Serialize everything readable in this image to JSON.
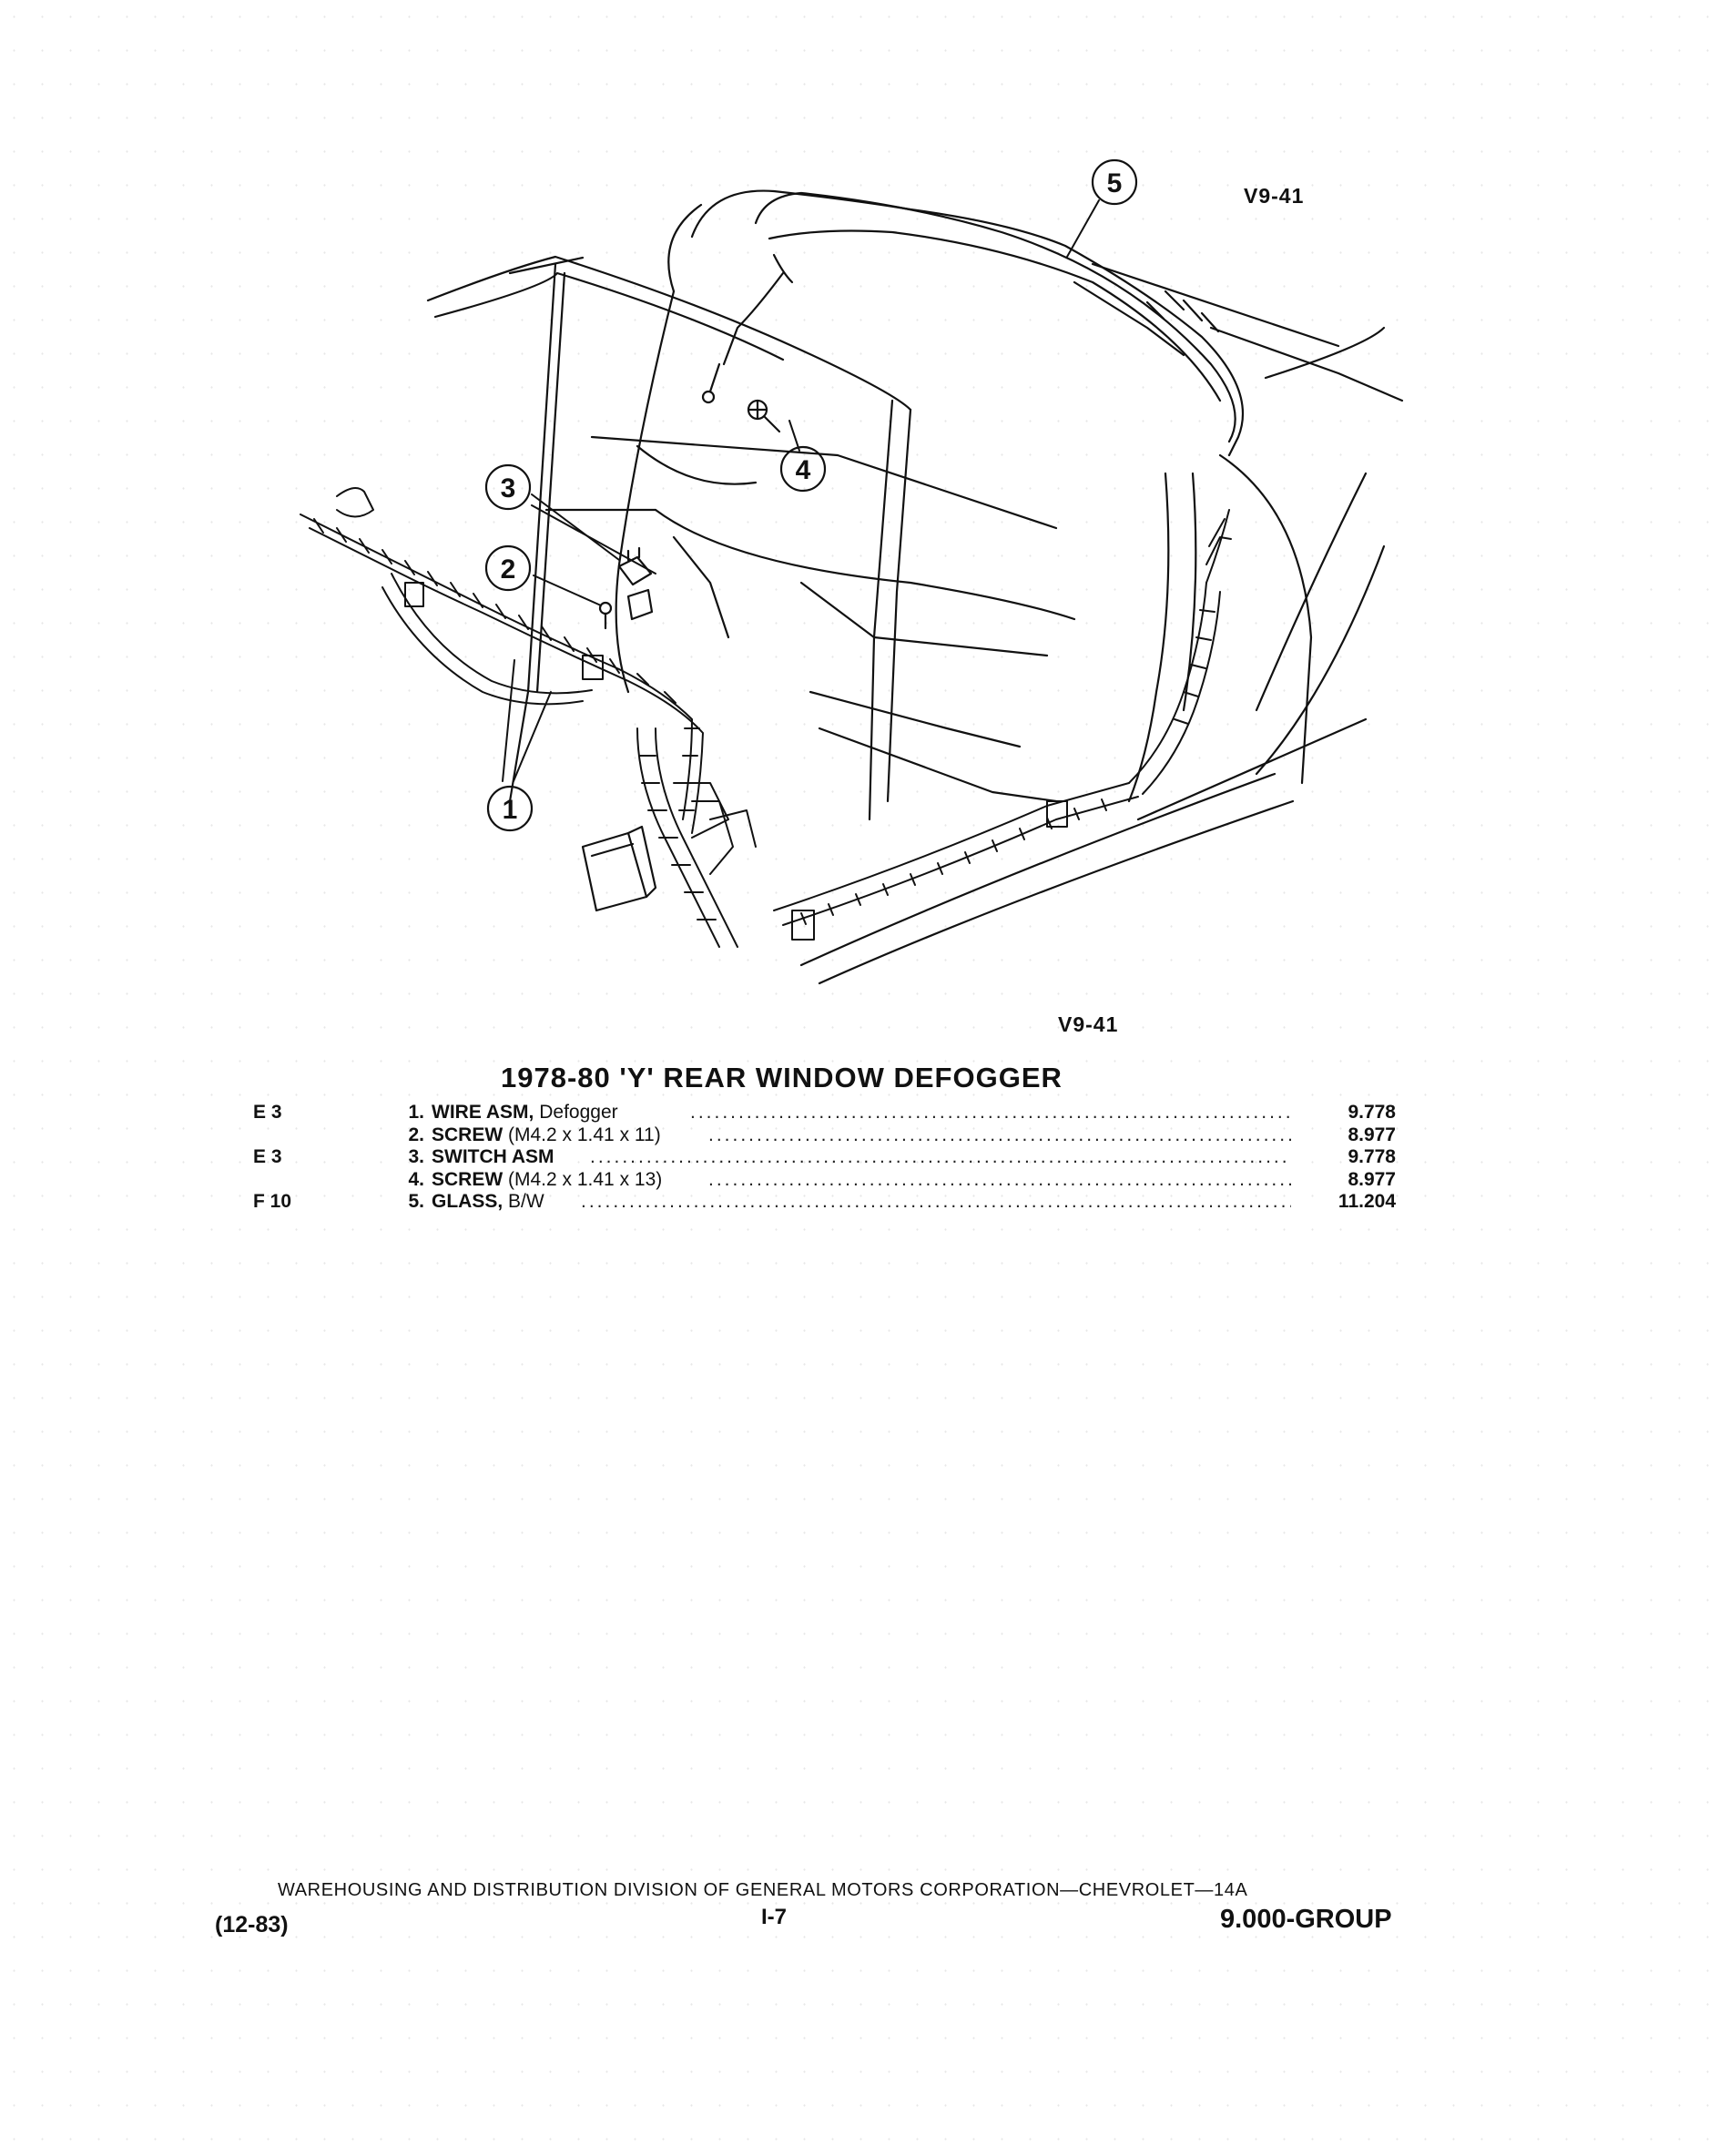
{
  "figure": {
    "code_top": "V9-41",
    "code_bottom": "V9-41",
    "callouts": [
      "1",
      "2",
      "3",
      "4",
      "5"
    ]
  },
  "title": "1978-80 'Y' REAR WINDOW DEFOGGER",
  "parts": [
    {
      "loc": "E   3",
      "num": "1.",
      "name": "WIRE ASM,",
      "desc": "Defogger",
      "code": "9.778"
    },
    {
      "loc": "",
      "num": "2.",
      "name": "SCREW",
      "desc": "(M4.2 x 1.41 x 11)",
      "code": "8.977"
    },
    {
      "loc": "E   3",
      "num": "3.",
      "name": "SWITCH ASM",
      "desc": "",
      "code": "9.778"
    },
    {
      "loc": "",
      "num": "4.",
      "name": "SCREW",
      "desc": "(M4.2 x 1.41 x 13)",
      "code": "8.977"
    },
    {
      "loc": "F 10",
      "num": "5.",
      "name": "GLASS,",
      "desc": "B/W",
      "code": "11.204"
    }
  ],
  "footer": {
    "line": "WAREHOUSING AND DISTRIBUTION DIVISION OF GENERAL MOTORS CORPORATION—CHEVROLET—14A",
    "date": "(12-83)",
    "page": "I-7",
    "group": "9.000-GROUP"
  }
}
